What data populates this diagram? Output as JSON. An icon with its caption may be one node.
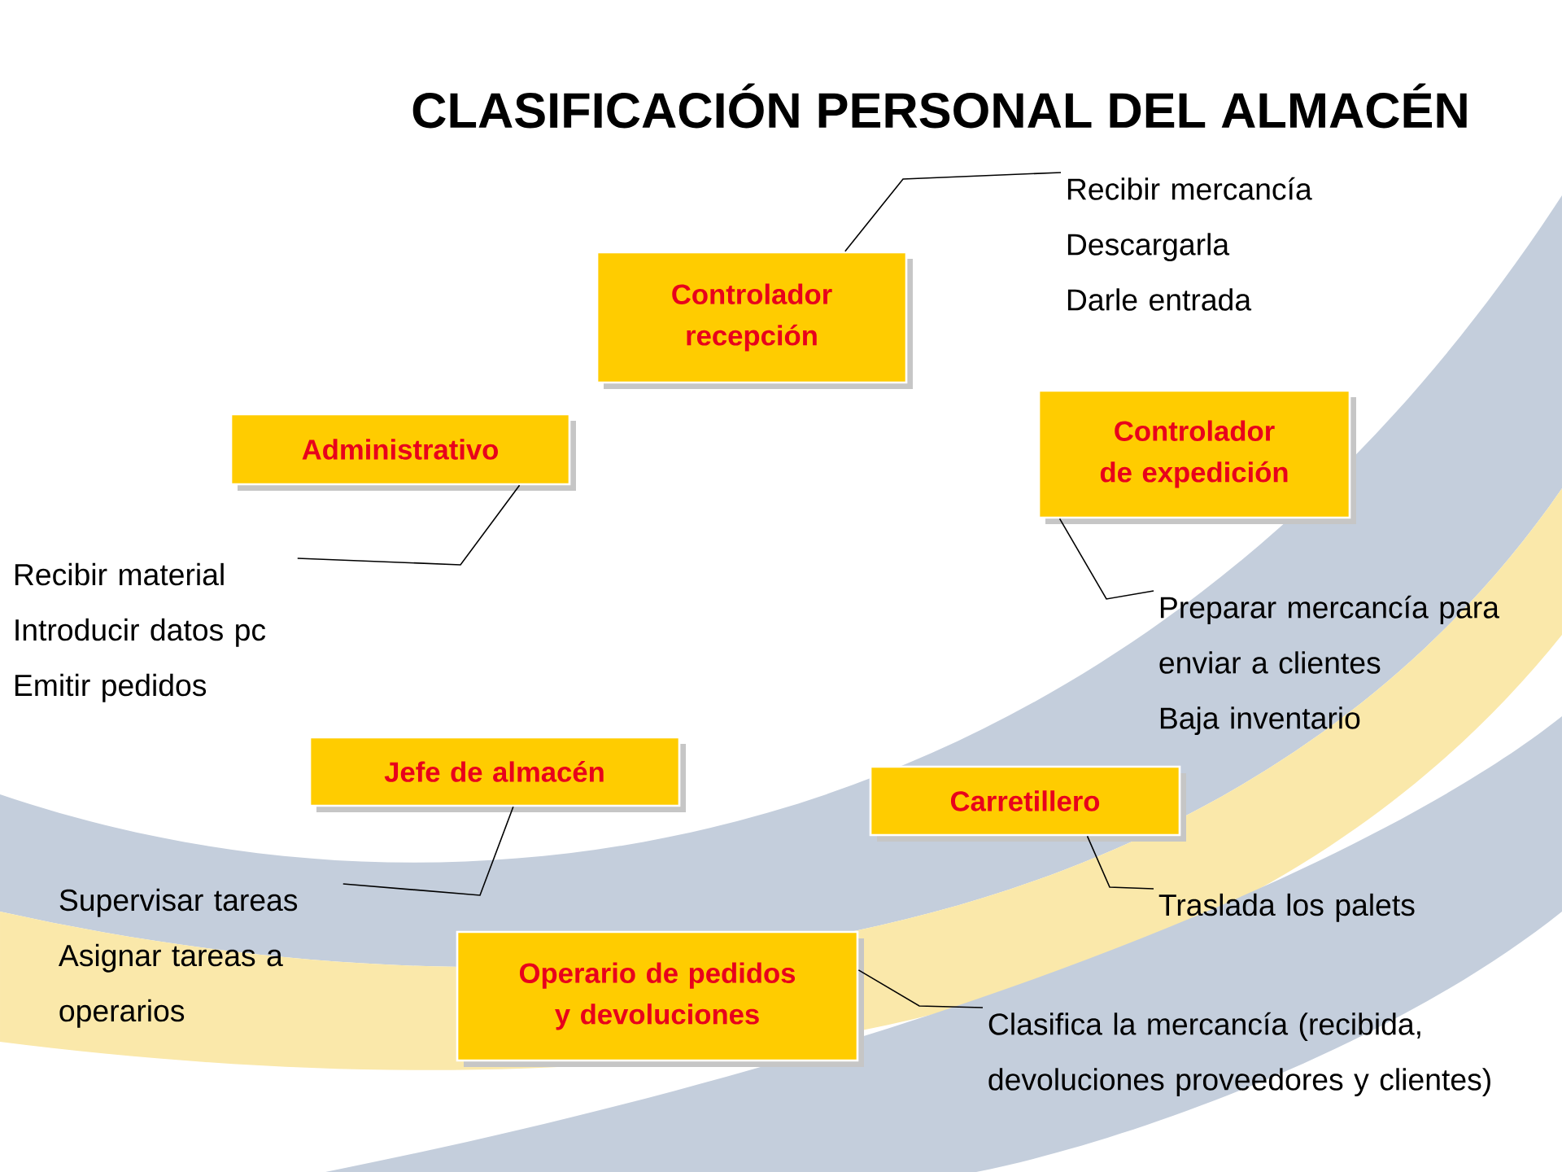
{
  "diagram": {
    "title": "CLASIFICACIÓN PERSONAL DEL ALMACÉN",
    "nodes": [
      {
        "text": [
          "Controlador recepción"
        ]
      },
      {
        "text": [
          "Recibir mercancía",
          "Descargarla",
          "Darle entrada"
        ]
      },
      {
        "text": [
          "Administrativo"
        ]
      },
      {
        "text": [
          "Recibir material",
          "Introducir datos pc",
          "Emitir pedidos"
        ]
      },
      {
        "text": [
          "Controlador de expedición"
        ]
      },
      {
        "text": [
          "Preparar mercancía para enviar a clientes",
          "Baja inventario"
        ]
      },
      {
        "text": [
          "Jefe de almacén"
        ]
      },
      {
        "text": [
          "Supervisar tareas",
          "Asignar tareas a operarios"
        ]
      },
      {
        "text": [
          "Carretillero"
        ]
      },
      {
        "text": [
          "Traslada los palets"
        ]
      },
      {
        "text": [
          "Operario de pedidos y devoluciones"
        ]
      },
      {
        "text": [
          "Clasifica la mercancía (recibida, devoluciones proveedores y clientes)"
        ]
      }
    ],
    "edges": [
      {
        "from": 0,
        "to": 1,
        "arrow": "none"
      },
      {
        "from": 2,
        "to": 3,
        "arrow": "none"
      },
      {
        "from": 4,
        "to": 5,
        "arrow": "none"
      },
      {
        "from": 6,
        "to": 7,
        "arrow": "none"
      },
      {
        "from": 8,
        "to": 9,
        "arrow": "none"
      },
      {
        "from": 10,
        "to": 11,
        "arrow": "none"
      }
    ]
  }
}
